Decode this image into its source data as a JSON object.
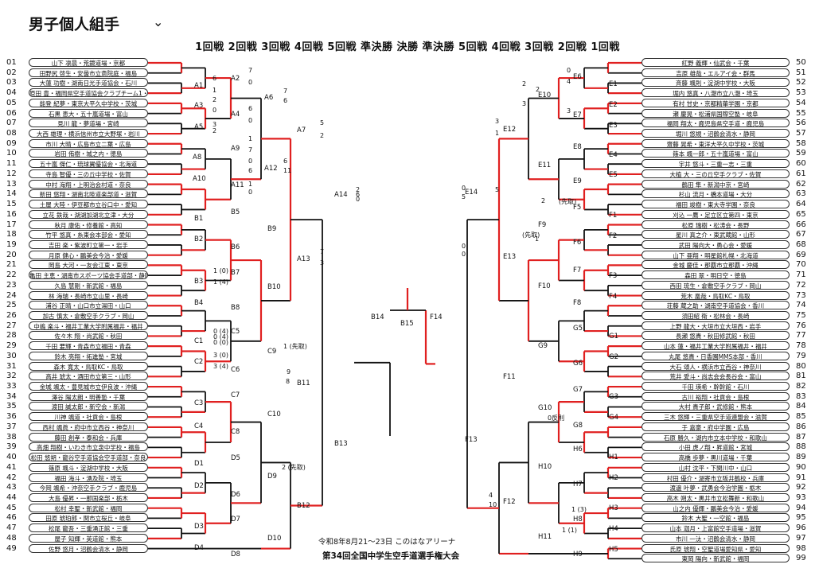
{
  "header": {
    "title": "男子個人組手",
    "rounds": "1回戦 2回戦 3回戦 4回戦 5回戦 準決勝 決勝 準決勝 5回戦 4回戦 3回戦 2回戦 1回戦"
  },
  "footer": {
    "dates": "令和8年8月21～23日 このはなアリーナ",
    "event": "第34回全国中学生空手道選手権大会"
  },
  "left_entries": [
    {
      "no": "01",
      "name": "山下 凛晨・荒鏡道場・京都"
    },
    {
      "no": "02",
      "name": "田野尻 啓生・安曇市立斎院庭・福島"
    },
    {
      "no": "03",
      "name": "大蓮 功樹・湖南日光手道協会・石川"
    },
    {
      "no": "04",
      "name": "原田 豊・福岡県空手道協会クラブチーム1・福岡"
    },
    {
      "no": "05",
      "name": "能登 紀夢・東京大平久中学校・茨城"
    },
    {
      "no": "06",
      "name": "石黒 恵大・五十嵐道場・富山"
    },
    {
      "no": "07",
      "name": "見川 龍・夢道場・宮崎"
    },
    {
      "no": "08",
      "name": "大西 雄理・横浜信州市立大野塚・岩川"
    },
    {
      "no": "09",
      "name": "市川 大晴・広島市立二葉・広島"
    },
    {
      "no": "10",
      "name": "岩田 侑樹・城之内・徳島"
    },
    {
      "no": "11",
      "name": "五十嵐 傑仁・琉球翼優協会・北海道"
    },
    {
      "no": "12",
      "name": "寺島 智優・三の丘中学校・佐賀"
    },
    {
      "no": "13",
      "name": "中村 海翔・上明治会村道・奈良"
    },
    {
      "no": "14",
      "name": "新田 悠翔・湖南北陸道楽部道・滋賀"
    },
    {
      "no": "15",
      "name": "土屋 大陸・伊豆都市立谷口中・愛知"
    },
    {
      "no": "16",
      "name": "立花 鉄哉・湖湖加湖北立津・大分"
    },
    {
      "no": "17",
      "name": "秋月 康佑・修養館・高知"
    },
    {
      "no": "18",
      "name": "竹平 悠真・糸東会本部会・愛知"
    },
    {
      "no": "19",
      "name": "吉田 楽・紫波町立第一・岩手"
    },
    {
      "no": "20",
      "name": "月原 健心・鵬美会今治・愛媛"
    },
    {
      "no": "21",
      "name": "岡島 大河・一友会江東・東京"
    },
    {
      "no": "22",
      "name": "亀田 主恵・湖南市スポーツ協会手道部・静岡"
    },
    {
      "no": "23",
      "name": "久島 慧剛・新武館・福島"
    },
    {
      "no": "24",
      "name": "林 海瑞・長崎市立山里・長崎"
    },
    {
      "no": "25",
      "name": "浦谷 正晴・山口市立湯田・山口"
    },
    {
      "no": "26",
      "name": "加古 慎太・倉敷空手クラブ・岡山"
    },
    {
      "no": "27",
      "name": "中嶋 楽斗・福井工業大学附属福井・福井"
    },
    {
      "no": "28",
      "name": "佐々木 翔・尚武館・秋田"
    },
    {
      "no": "29",
      "name": "千田 要輝・青森市立福田・青森"
    },
    {
      "no": "30",
      "name": "鈴木 亮翔・拓進塾・宮城"
    },
    {
      "no": "31",
      "name": "森木 寛太・鳥取KC・鳥取"
    },
    {
      "no": "32",
      "name": "高井 琥太・酒田市立第三・山形"
    },
    {
      "no": "33",
      "name": "金城 颯太・豊見城市立伊良波・沖縄"
    },
    {
      "no": "34",
      "name": "澤谷 陽太朗・明善塾・千葉"
    },
    {
      "no": "35",
      "name": "渡田 誠太郎・新空会・新潟"
    },
    {
      "no": "36",
      "name": "川神 颯道・社貢会・島根"
    },
    {
      "no": "37",
      "name": "西村 颯眞・府中市立西谷・神奈川"
    },
    {
      "no": "38",
      "name": "藤田 創孝・泰和会・兵庫"
    },
    {
      "no": "39",
      "name": "高畑 翔樹・いわき市立泉中学校・福島"
    },
    {
      "no": "40",
      "name": "松田 悠朔・龍谷空手道協会空手道部・奈良"
    },
    {
      "no": "41",
      "name": "篠原 颯斗・淀湖中学校・大阪"
    },
    {
      "no": "42",
      "name": "福田 海斗・湧及院・埼玉"
    },
    {
      "no": "43",
      "name": "今岡 颯希・沖奈空手クラブ・鹿児島"
    },
    {
      "no": "44",
      "name": "大島 優昇・一那国楽部・栃木"
    },
    {
      "no": "45",
      "name": "松村 幸聖・新武館・福岡"
    },
    {
      "no": "46",
      "name": "田原 琥珀郎・関市立桜丘・岐阜"
    },
    {
      "no": "47",
      "name": "松尾 龍吾・三重湧正館・三重"
    },
    {
      "no": "48",
      "name": "屋子 知輝・英道館・熊本"
    },
    {
      "no": "49",
      "name": "佐野 悠月・沼鶴会清水・静岡"
    }
  ],
  "right_entries": [
    {
      "no": "50",
      "name": "紅野 義輝・仙武会・千葉"
    },
    {
      "no": "51",
      "name": "吉原 雄哉・エルアイ会・群馬"
    },
    {
      "no": "52",
      "name": "斉藤 颯則・淀湖中学校・大阪"
    },
    {
      "no": "53",
      "name": "堀内 悠真・八潮市立八潮・埼玉"
    },
    {
      "no": "54",
      "name": "有村 甘史・京都精華学園・京都"
    },
    {
      "no": "55",
      "name": "瀬 慶晃・松浦県国際空塾・岐阜"
    },
    {
      "no": "56",
      "name": "福岡 翔太・鹿児島県空手道・鹿児島"
    },
    {
      "no": "57",
      "name": "堀川 悠規・沼鶴会清水・静岡"
    },
    {
      "no": "58",
      "name": "齋藤 晃希・東洋大平久中学校・茨城"
    },
    {
      "no": "59",
      "name": "篠本 颯一郎・五十嵐道場・富山"
    },
    {
      "no": "60",
      "name": "宇井 悠斗・三重一志・三重"
    },
    {
      "no": "61",
      "name": "大植 大・三の丘空手クラブ・佐賀"
    },
    {
      "no": "62",
      "name": "鶴田 隼・新潟中京・宮崎"
    },
    {
      "no": "63",
      "name": "杉山 流月・橋本道場・大分"
    },
    {
      "no": "64",
      "name": "福田 竣樹・東大寺学園・奈良"
    },
    {
      "no": "65",
      "name": "刈込 一鷹・足立区立第四・東京"
    },
    {
      "no": "66",
      "name": "松原 瑞樹・松涛会・長野"
    },
    {
      "no": "67",
      "name": "星川 真之介・東武蔵館・山形"
    },
    {
      "no": "68",
      "name": "武田 陽向大・勇心会・愛媛"
    },
    {
      "no": "69",
      "name": "山下 亜翔・明星館札幌・北海道"
    },
    {
      "no": "70",
      "name": "金城 慶佳・那覇市立那覇・沖縄"
    },
    {
      "no": "71",
      "name": "森田 翠・明日空・徳島"
    },
    {
      "no": "72",
      "name": "西田 琉生・倉敷空手クラブ・岡山"
    },
    {
      "no": "73",
      "name": "荒木 凰哉・鳥取KC・鳥取"
    },
    {
      "no": "74",
      "name": "荘藤 蔵之助・湖南空手道協会・香川"
    },
    {
      "no": "75",
      "name": "須田紹 衛・松林会・長崎"
    },
    {
      "no": "76",
      "name": "上野 龍大・大垣市立大垣西・岩手"
    },
    {
      "no": "77",
      "name": "長瀬 悠貴・秋田修武館・秋田"
    },
    {
      "no": "78",
      "name": "山本 蓮・福井工業大学附属福井・福井"
    },
    {
      "no": "79",
      "name": "丸尾 悠貴・日香園MMS本部・香川"
    },
    {
      "no": "80",
      "name": "大石 頌人・横浜市立西谷・神奈川"
    },
    {
      "no": "81",
      "name": "荒井 愛斗・尚志会会長谷会・富山"
    },
    {
      "no": "82",
      "name": "千田 瑛希・幹幹館・石川"
    },
    {
      "no": "83",
      "name": "古川 裕翔・社貢会・島根"
    },
    {
      "no": "84",
      "name": "大村 貴子郎・武修館・熊本"
    },
    {
      "no": "85",
      "name": "三木 悠輝・三重県空手道連盟会・滋賀"
    },
    {
      "no": "86",
      "name": "于 嘉豪・府中学園・広島"
    },
    {
      "no": "87",
      "name": "石原 勝久・湖内市立本中学校・和歌山"
    },
    {
      "no": "88",
      "name": "小田 虎ノ翔・昇道館・宮城"
    },
    {
      "no": "89",
      "name": "高橋 歩夢・黒川道場・千葉"
    },
    {
      "no": "90",
      "name": "山村 沈平・下関川中・山口"
    },
    {
      "no": "91",
      "name": "村田 優介・湖寄市立阪井鶴校・兵庫"
    },
    {
      "no": "92",
      "name": "渡邊 叶夢・武勇会今治学園・栃木"
    },
    {
      "no": "93",
      "name": "高木 朔太・黒井市立松舞新・和歌山"
    },
    {
      "no": "94",
      "name": "山之内 優輝・鵬美会今治・愛媛"
    },
    {
      "no": "95",
      "name": "鈴木 大聖・一空館・福島"
    },
    {
      "no": "96",
      "name": "山本 迦月・上富館空手道場・滋賀"
    },
    {
      "no": "97",
      "name": "市川 一汰・沼鶴会清水・静岡"
    },
    {
      "no": "98",
      "name": "氏原 琥翔・空聖道場愛知県・愛知"
    },
    {
      "no": "99",
      "name": "東岡 陽向・新武館・福岡"
    }
  ],
  "left_labels": [
    "A1",
    "A2",
    "A3",
    "A4",
    "A5",
    "A6",
    "A7",
    "A8",
    "A9",
    "A10",
    "A11",
    "A12",
    "A13",
    "A14",
    "B1",
    "B2",
    "B3",
    "B4",
    "B5",
    "B6",
    "B7",
    "B8",
    "B9",
    "B10",
    "B11",
    "B12",
    "B13",
    "B14",
    "C1",
    "C2",
    "C3",
    "C4",
    "C5",
    "C6",
    "C7",
    "C8",
    "C9",
    "C10",
    "D1",
    "D2",
    "D3",
    "D4",
    "D5",
    "D6",
    "D7",
    "D8",
    "D9",
    "D10"
  ],
  "right_labels": [
    "E1",
    "E2",
    "E3",
    "E4",
    "E5",
    "E6",
    "E7",
    "E8",
    "E9",
    "E10",
    "E11",
    "E12",
    "E13",
    "E14",
    "F1",
    "F2",
    "F3",
    "F4",
    "F5",
    "F6",
    "F7",
    "F8",
    "F9",
    "F10",
    "F11",
    "F12",
    "F13",
    "F14",
    "G1",
    "G2",
    "G3",
    "G4",
    "G5",
    "G6",
    "G7",
    "G8",
    "G9",
    "G10",
    "H1",
    "H2",
    "H3",
    "H4",
    "H5",
    "H6",
    "H7",
    "H8",
    "H9",
    "H10",
    "H11"
  ],
  "center_label": "B15",
  "scores": [
    "7",
    "0",
    "6",
    "1",
    "2",
    "0",
    "6",
    "0",
    "7",
    "6",
    "5",
    "2",
    "3",
    "2",
    "1",
    "7",
    "0",
    "6",
    "1",
    "0",
    "6",
    "11",
    "2",
    "0",
    "7",
    "3",
    "6",
    "5",
    "0",
    "5",
    "2",
    "2",
    "3",
    "0",
    "4",
    "3",
    "3",
    "1",
    "0",
    "0",
    "1",
    "(先取)",
    "2",
    "(先取)",
    "1 (0)",
    "1 (4)",
    "0 (4)",
    "3 (0)",
    "3 (4)",
    "0 (0)",
    "0 (4)",
    "2 (先取)",
    "1 (先取)",
    "0反則",
    "1 (3)",
    "1 (1)",
    "9",
    "8",
    "4",
    "10"
  ]
}
